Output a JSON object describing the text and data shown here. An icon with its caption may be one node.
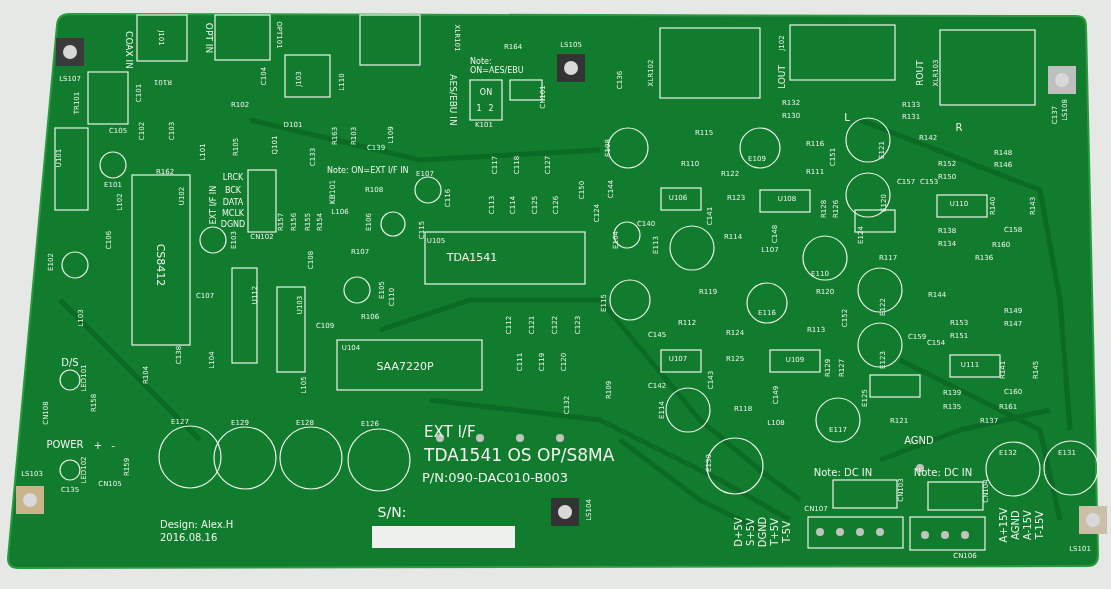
{
  "diagram": {
    "labels": [
      "COAX IN",
      "J101",
      "OPT IN",
      "OPT101",
      "XLR101",
      "R164",
      "Note: ON=AES/EBU",
      "LS105",
      "C136",
      "XLR102",
      "J102",
      "LOUT",
      "ROUT",
      "XLR103",
      "LS108",
      "LS107",
      "TR101",
      "R101",
      "C101",
      "C104",
      "R102",
      "J103",
      "L110",
      "AES/EBU IN",
      "ON",
      "1",
      "2",
      "K101",
      "CN101",
      "R132",
      "R133",
      "R130",
      "L",
      "R131",
      "R",
      "C137",
      "D101",
      "C105",
      "C102",
      "C103",
      "R163",
      "R103",
      "L109",
      "R115",
      "R142",
      "L101",
      "R105",
      "Q101",
      "C133",
      "C139",
      "E108",
      "R116",
      "E121",
      "R148",
      "U101",
      "C117",
      "C118",
      "C127",
      "R110",
      "E109",
      "C151",
      "R152",
      "R146",
      "R162",
      "Note: ON=EXT I/F IN",
      "R111",
      "R122",
      "LRCK",
      "E107",
      "E101",
      "R150",
      "C157",
      "C153",
      "U102",
      "BCK",
      "KB101",
      "R108",
      "C116",
      "C113",
      "C114",
      "C125",
      "C126",
      "C150",
      "C144",
      "U106",
      "R123",
      "U108",
      "E120",
      "U110",
      "L102",
      "EXT I/F IN",
      "DATA",
      "R128",
      "R126",
      "R140",
      "R143",
      "MCLK",
      "L106",
      "C124",
      "C141",
      "DGND",
      "R157",
      "R156",
      "R155",
      "R154",
      "E106",
      "C115",
      "C106",
      "E103",
      "CN102",
      "U105",
      "E104",
      "C140",
      "E113",
      "R114",
      "C148",
      "E124",
      "R138",
      "C158",
      "E102",
      "CS8412",
      "C108",
      "R107",
      "TDA1541",
      "L107",
      "R117",
      "R134",
      "R136",
      "R160",
      "C107",
      "U112",
      "U103",
      "E105",
      "C110",
      "E115",
      "R119",
      "E110",
      "R120",
      "E122",
      "R144",
      "L103",
      "C109",
      "R106",
      "C112",
      "C121",
      "C122",
      "C123",
      "C145",
      "R112",
      "R124",
      "E116",
      "R113",
      "C152",
      "C159",
      "C154",
      "R153",
      "R151",
      "R149",
      "R147",
      "D/S",
      "C138",
      "L104",
      "U104",
      "SAA7220P",
      "C111",
      "C119",
      "C120",
      "U107",
      "R125",
      "U109",
      "R129",
      "R127",
      "E123",
      "U111",
      "R141",
      "R145",
      "LED101",
      "R104",
      "L105",
      "R109",
      "C142",
      "C143",
      "C149",
      "E125",
      "R139",
      "C160",
      "CN108",
      "R158",
      "C132",
      "E114",
      "R118",
      "R135",
      "R161",
      "E127",
      "E129",
      "E128",
      "E126",
      "L108",
      "R121",
      "R137",
      "POWER",
      "+",
      "-",
      "EXT I/F",
      "E117",
      "AGND",
      "LED102",
      "R159",
      "TDA1541 OS OP/S8MA",
      "E130",
      "Note: DC IN",
      "Note: DC IN",
      "E132",
      "E131",
      "LS103",
      "P/N:090-DAC010-B003",
      "C135",
      "CN105",
      "CN103",
      "CN104",
      "S/N:",
      "LS104",
      "CN107",
      "Design: Alex.H",
      "2016.08.16",
      "D+5V",
      "S+5V",
      "DGND",
      "T+5V",
      "T-5V",
      "CN106",
      "A+15V",
      "AGND",
      "A-15V",
      "T-15V",
      "LS101"
    ]
  }
}
